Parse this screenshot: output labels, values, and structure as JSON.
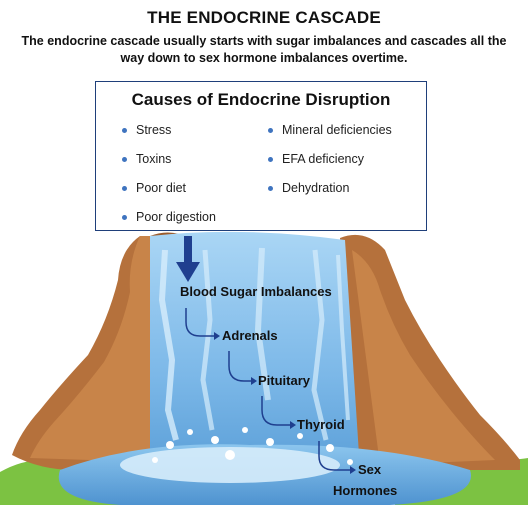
{
  "title": "THE ENDOCRINE CASCADE",
  "subtitle": "The endocrine cascade usually starts with sugar imbalances and cascades all the way down to sex hormone imbalances overtime.",
  "causes": {
    "heading": "Causes of Endocrine Disruption",
    "left": [
      "Stress",
      "Toxins",
      "Poor diet",
      "Poor digestion"
    ],
    "right": [
      "Mineral deficiencies",
      "EFA deficiency",
      "Dehydration"
    ]
  },
  "cascade": {
    "stages": [
      "Blood Sugar Imbalances",
      "Adrenals",
      "Pituitary",
      "Thyroid"
    ],
    "final_stage": [
      "Sex",
      "Hormones"
    ]
  },
  "colors": {
    "box_border": "#1f3f7a",
    "bullet": "#3f74bf",
    "arrow": "#1f3f8f",
    "water": "#7cb8e8",
    "rock": "#b5713c",
    "grass": "#7cc242"
  }
}
